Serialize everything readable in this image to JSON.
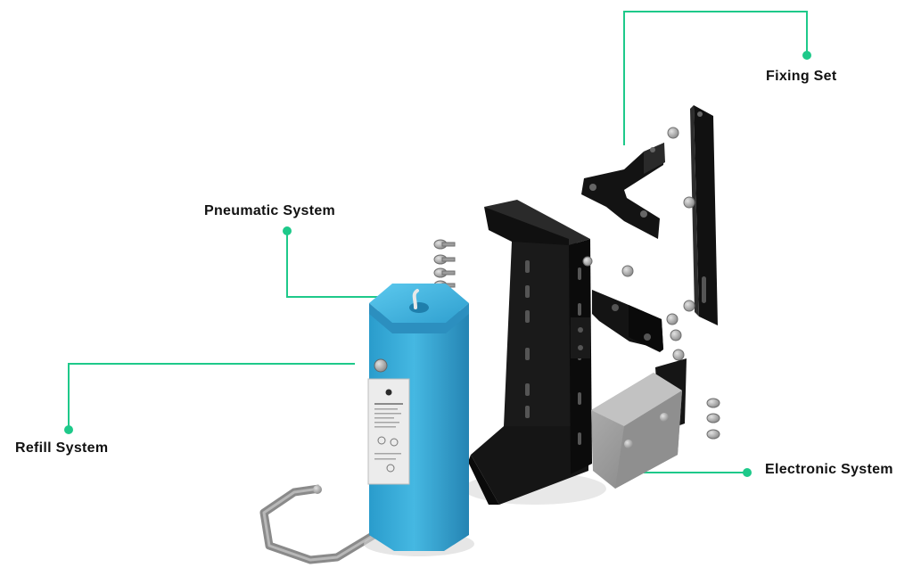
{
  "callouts": {
    "fixing_set": "Fixing Set",
    "pneumatic_system": "Pneumatic System",
    "refill_system": "Refill System",
    "electronic_system": "Electronic System"
  },
  "colors": {
    "leader_line": "#1ec98a",
    "tank_blue": "#3aaed8",
    "bracket_black": "#121212",
    "enclosure_grey": "#9b9b9b",
    "strap_grey": "#8a8a8a",
    "hardware_grey": "#b4b4b4"
  }
}
